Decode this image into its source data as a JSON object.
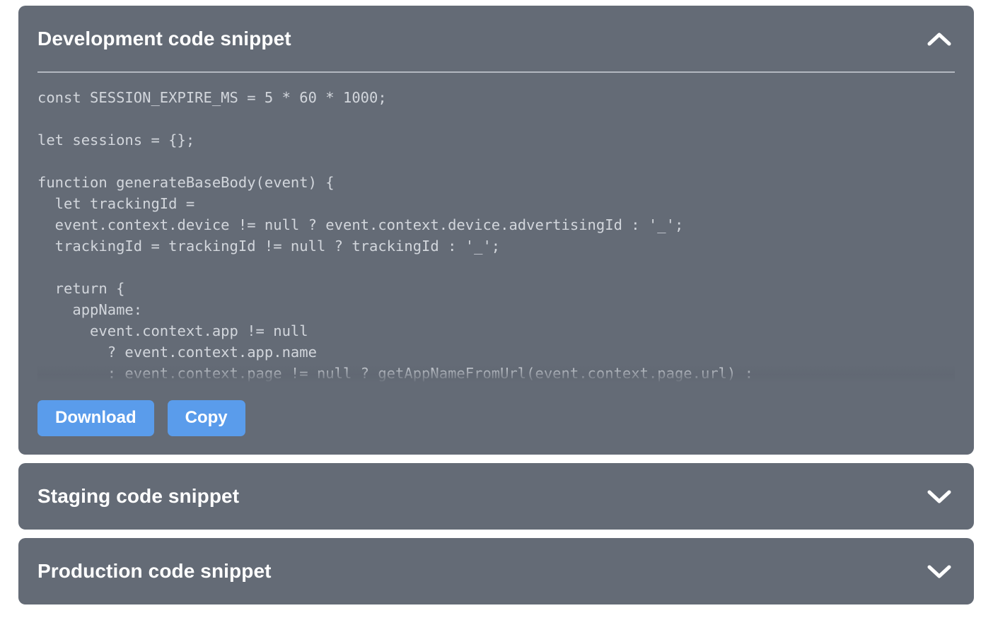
{
  "theme": {
    "panel_bg": "#646b76",
    "page_bg": "#ffffff",
    "title_color": "#ffffff",
    "divider_color": "#b3b8c0",
    "code_text_color": "#d2d6dc",
    "button_bg": "#5a9ceb",
    "button_text": "#ffffff"
  },
  "panels": [
    {
      "id": "development",
      "title": "Development code snippet",
      "expanded": true,
      "chevron_icon": "chevron-up-icon",
      "code": "const SESSION_EXPIRE_MS = 5 * 60 * 1000;\n\nlet sessions = {};\n\nfunction generateBaseBody(event) {\n  let trackingId =\n  event.context.device != null ? event.context.device.advertisingId : '_';\n  trackingId = trackingId != null ? trackingId : '_';\n\n  return {\n    appName:\n      event.context.app != null\n        ? event.context.app.name\n        : event.context.page != null ? getAppNameFromUrl(event.context.page.url) :",
      "buttons": [
        {
          "id": "download",
          "label": "Download"
        },
        {
          "id": "copy",
          "label": "Copy"
        }
      ]
    },
    {
      "id": "staging",
      "title": "Staging code snippet",
      "expanded": false,
      "chevron_icon": "chevron-down-icon"
    },
    {
      "id": "production",
      "title": "Production code snippet",
      "expanded": false,
      "chevron_icon": "chevron-down-icon"
    }
  ]
}
